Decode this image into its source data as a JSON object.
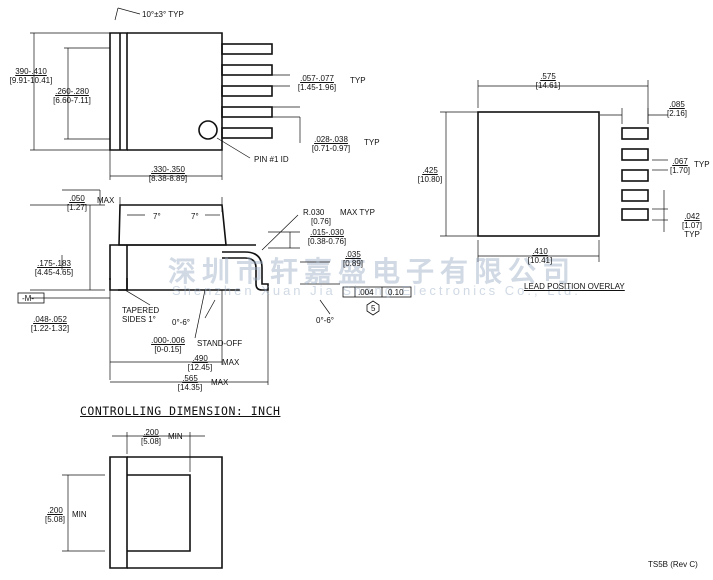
{
  "labels": {
    "draft_angle": "10°±3° TYP",
    "body_height": "390-.410",
    "body_height_mm": "[9.91-10.41]",
    "lead_span": ".260-.280",
    "lead_span_mm": "[6.60-7.11]",
    "lead_width": ".057-.077",
    "lead_width_mm": "[1.45-1.96]",
    "lead_pitch": ".028-.038",
    "lead_pitch_mm": "[0.71-0.97]",
    "typ": "TYP",
    "body_width": ".330-.350",
    "body_width_mm": "[8.38-8.89]",
    "pin1": "PIN #1 ID",
    "thickness_top": ".050",
    "thickness_top_mm": "[1.27]",
    "max": "MAX",
    "angle7": "7°",
    "radius": "R.030",
    "radius_mm": "[0.76]",
    "radius_suffix": "MAX TYP",
    "standoff_range": ".015-.030",
    "standoff_range_mm": "[0.38-0.76]",
    "lead_thk": ".035",
    "lead_thk_mm": "[0.89]",
    "height": ".175-.183",
    "height_mm": "[4.45-4.65]",
    "datum_m": "-M-",
    "tab_thk": ".048-.052",
    "tab_thk_mm": "[1.22-1.32]",
    "tapered": "TAPERED",
    "tapered2": "SIDES 1°",
    "angle06": "0°-6°",
    "standoff": ".000-.006",
    "standoff_mm": "[0-0.15]",
    "standoff_label": "STAND-OFF",
    "len490": ".490",
    "len490_mm": "[12.45]",
    "len565": ".565",
    "len565_mm": "[14.35]",
    "tol_value": ".004",
    "tol_mm": "0.10",
    "note_num": "5",
    "pad_width": ".575",
    "pad_width_mm": "[14.61]",
    "pad_height": ".425",
    "pad_height_mm": "[10.80]",
    "pad_inner": ".410",
    "pad_inner_mm": "[10.41]",
    "lead_085": ".085",
    "lead_085_mm": "[2.16]",
    "lead_067": ".067",
    "lead_067_mm": "[1.70]",
    "lead_042": ".042",
    "lead_042_mm": "[1.07]",
    "overlay_caption": "LEAD POSITION OVERLAY",
    "controlling": "CONTROLLING DIMENSION: INCH",
    "min200": ".200",
    "min200_mm": "[5.08]",
    "min": "MIN",
    "revision": "TS5B (Rev C)"
  },
  "watermark": {
    "cn": "深圳市轩嘉盛电子有限公司",
    "en": "Shenzhen Xuan Jia Sheng Electronics Co., Ltd."
  }
}
